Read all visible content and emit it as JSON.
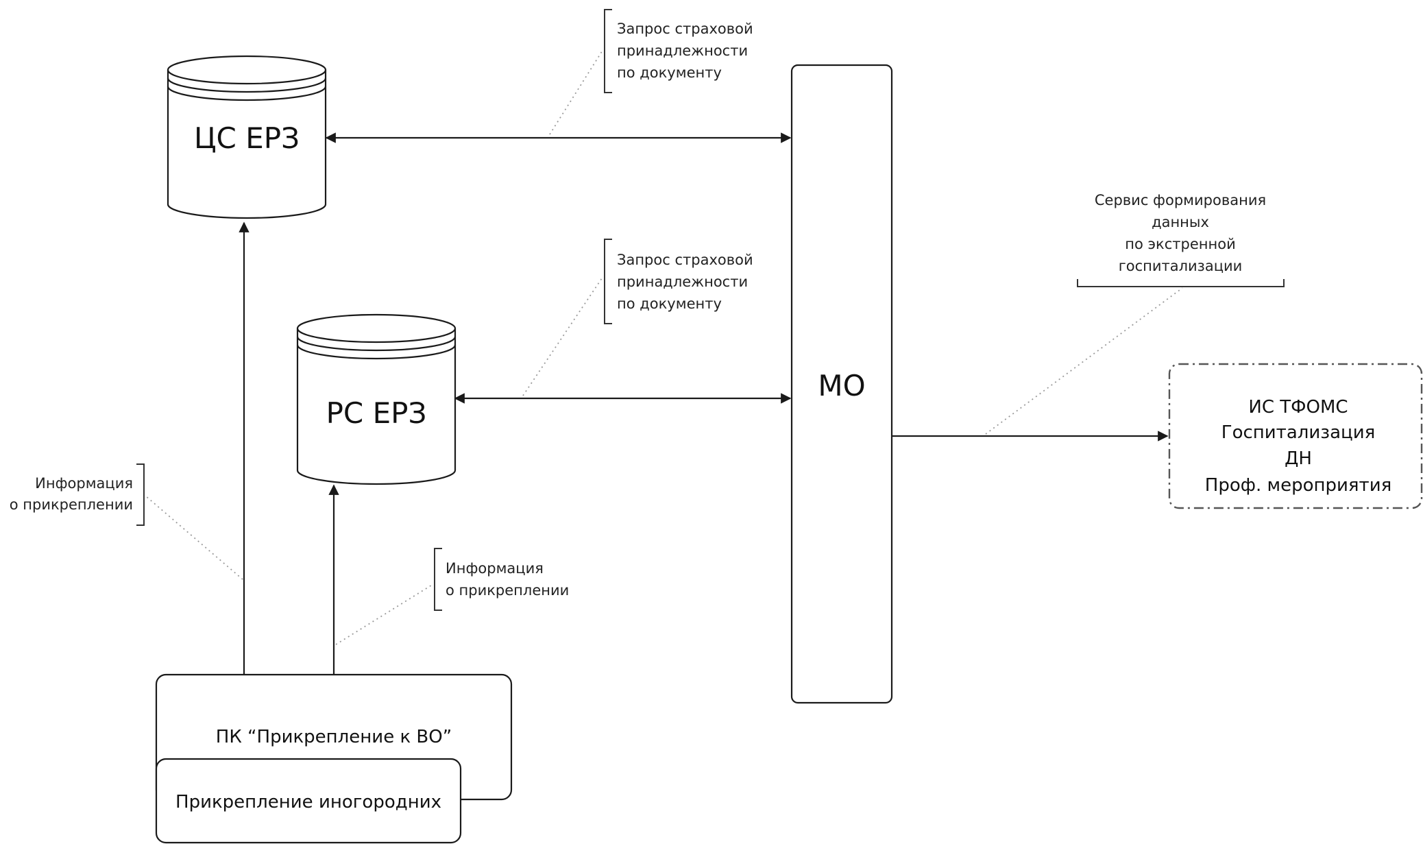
{
  "nodes": {
    "cs_erz": {
      "label": "ЦС ЕРЗ"
    },
    "rs_erz": {
      "label": "РС ЕРЗ"
    },
    "mo": {
      "label": "МО"
    },
    "is_tfoms": {
      "lines": [
        "ИС ТФОМС",
        "Госпитализация",
        "ДН",
        "Проф. мероприятия"
      ]
    },
    "pk_attach": {
      "label": "ПК “Прикрепление к ВО”"
    },
    "attach_nonresident": {
      "label": "Прикрепление иногородних"
    }
  },
  "annotations": {
    "request_cs": {
      "lines": [
        "Запрос страховой",
        "принадлежности",
        "по документу"
      ]
    },
    "request_rs": {
      "lines": [
        "Запрос страховой",
        "принадлежности",
        "по документу"
      ]
    },
    "info_cs": {
      "lines": [
        "Информация",
        "о прикреплении"
      ]
    },
    "info_rs": {
      "lines": [
        "Информация",
        "о прикреплении"
      ]
    },
    "emergency_service": {
      "lines": [
        "Сервис формирования",
        "данных",
        "по экстренной",
        "госпитализации"
      ]
    }
  }
}
